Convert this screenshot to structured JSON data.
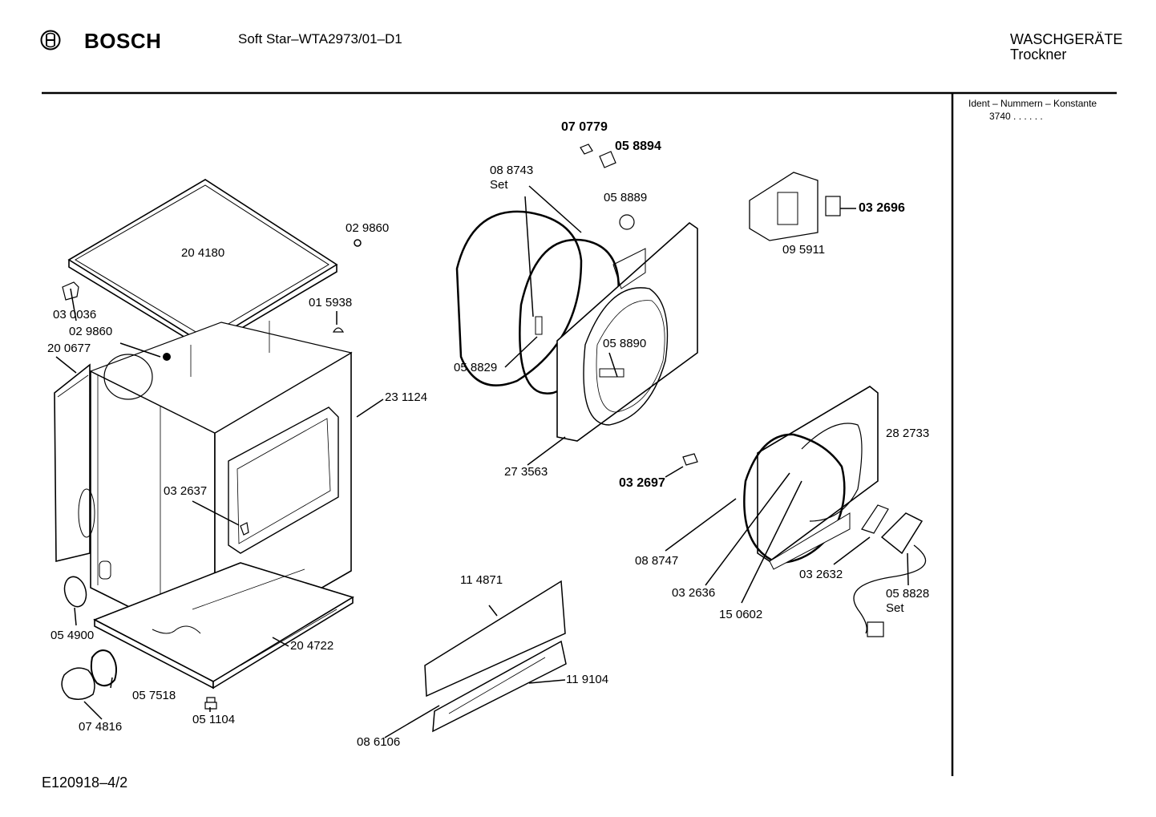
{
  "header": {
    "brand": "BOSCH",
    "model": "Soft Star–WTA2973/01–D1",
    "category": "WASCHGERÄTE",
    "subcategory": "Trockner"
  },
  "sidebar": {
    "ident_title": "Ident – Nummern – Konstante",
    "ident_value": "3740 . .  . . . ."
  },
  "footer": {
    "drawing_id": "E120918–4/2"
  },
  "parts": {
    "p204180": "20 4180",
    "p029860a": "02 9860",
    "p015938": "01 5938",
    "p030036": "03 0036",
    "p029860b": "02 9860",
    "p200677": "20 0677",
    "p231124": "23 1124",
    "p032637": "03 2637",
    "p054900": "05 4900",
    "p057518": "05 7518",
    "p074816": "07 4816",
    "p051104": "05 1104",
    "p204722": "20 4722",
    "p070779": "07 0779",
    "p058894": "05 8894",
    "p088743": "08 8743",
    "p088743_set": "Set",
    "p058889": "05 8889",
    "p058829": "05 8829",
    "p058890": "05 8890",
    "p273563": "27 3563",
    "p032696": "03 2696",
    "p095911": "09 5911",
    "p032697": "03 2697",
    "p282733": "28 2733",
    "p088747": "08 8747",
    "p032636": "03 2636",
    "p150602": "15 0602",
    "p032632": "03 2632",
    "p058828": "05 8828",
    "p058828_set": "Set",
    "p114871": "11 4871",
    "p119104": "11 9104",
    "p086106": "08 6106"
  }
}
